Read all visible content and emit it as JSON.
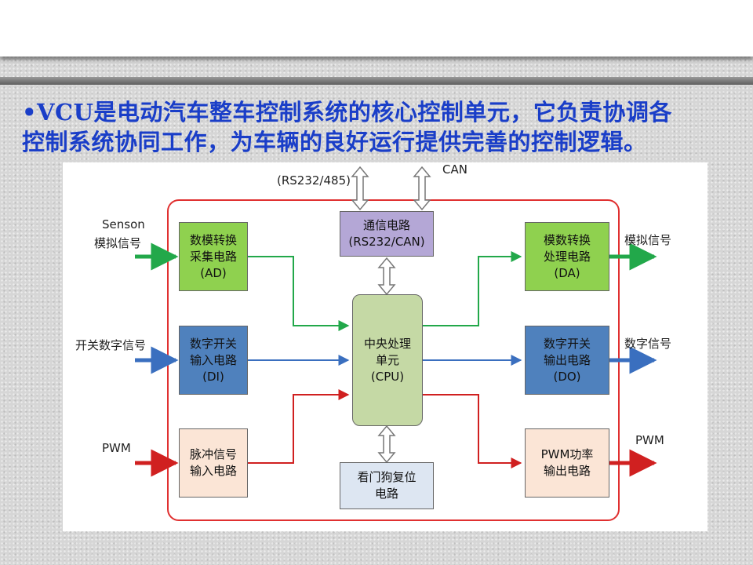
{
  "slide": {
    "title_line1": "•VCU是电动汽车整车控制系统的核心控制单元，它负责协调各",
    "title_line2": "控制系统协同工作，为车辆的良好运行提供完善的控制逻辑。"
  },
  "diagram": {
    "top_labels": {
      "serial": "(RS232/485)",
      "can": "CAN"
    },
    "inputs": {
      "analog_en": "Senson",
      "analog_cn": "模拟信号",
      "digital": "开关数字信号",
      "pwm": "PWM"
    },
    "outputs": {
      "analog": "模拟信号",
      "digital": "数字信号",
      "pwm": "PWM"
    },
    "blocks": {
      "ad": {
        "line1": "数模转换",
        "line2": "采集电路",
        "line3": "(AD)"
      },
      "di": {
        "line1": "数字开关",
        "line2": "输入电路",
        "line3": "(DI)"
      },
      "pulse": {
        "line1": "脉冲信号",
        "line2": "输入电路"
      },
      "comm": {
        "line1": "通信电路",
        "line2": "(RS232/CAN)"
      },
      "cpu": {
        "line1": "中央处理",
        "line2": "单元",
        "line3": "(CPU)"
      },
      "watchdog": {
        "line1": "看门狗复位",
        "line2": "电路"
      },
      "da": {
        "line1": "模数转换",
        "line2": "处理电路",
        "line3": "(DA)"
      },
      "do": {
        "line1": "数字开关",
        "line2": "输出电路",
        "line3": "(DO)"
      },
      "pwm_out": {
        "line1": "PWM功率",
        "line2": "输出电路"
      }
    },
    "colors": {
      "analog": "#22a84a",
      "digital": "#3a6fbf",
      "pwm": "#d02020",
      "boundary": "#e03030",
      "ad_fill": "#8fd14f",
      "di_fill": "#4f81bd",
      "pulse_fill": "#fbe5d6",
      "comm_fill": "#b4a7d6",
      "cpu_fill": "#c5d9a5",
      "watchdog_fill": "#dde6f2",
      "da_fill": "#8fd14f",
      "do_fill": "#4f81bd",
      "pwm_out_fill": "#fbe5d6"
    }
  }
}
